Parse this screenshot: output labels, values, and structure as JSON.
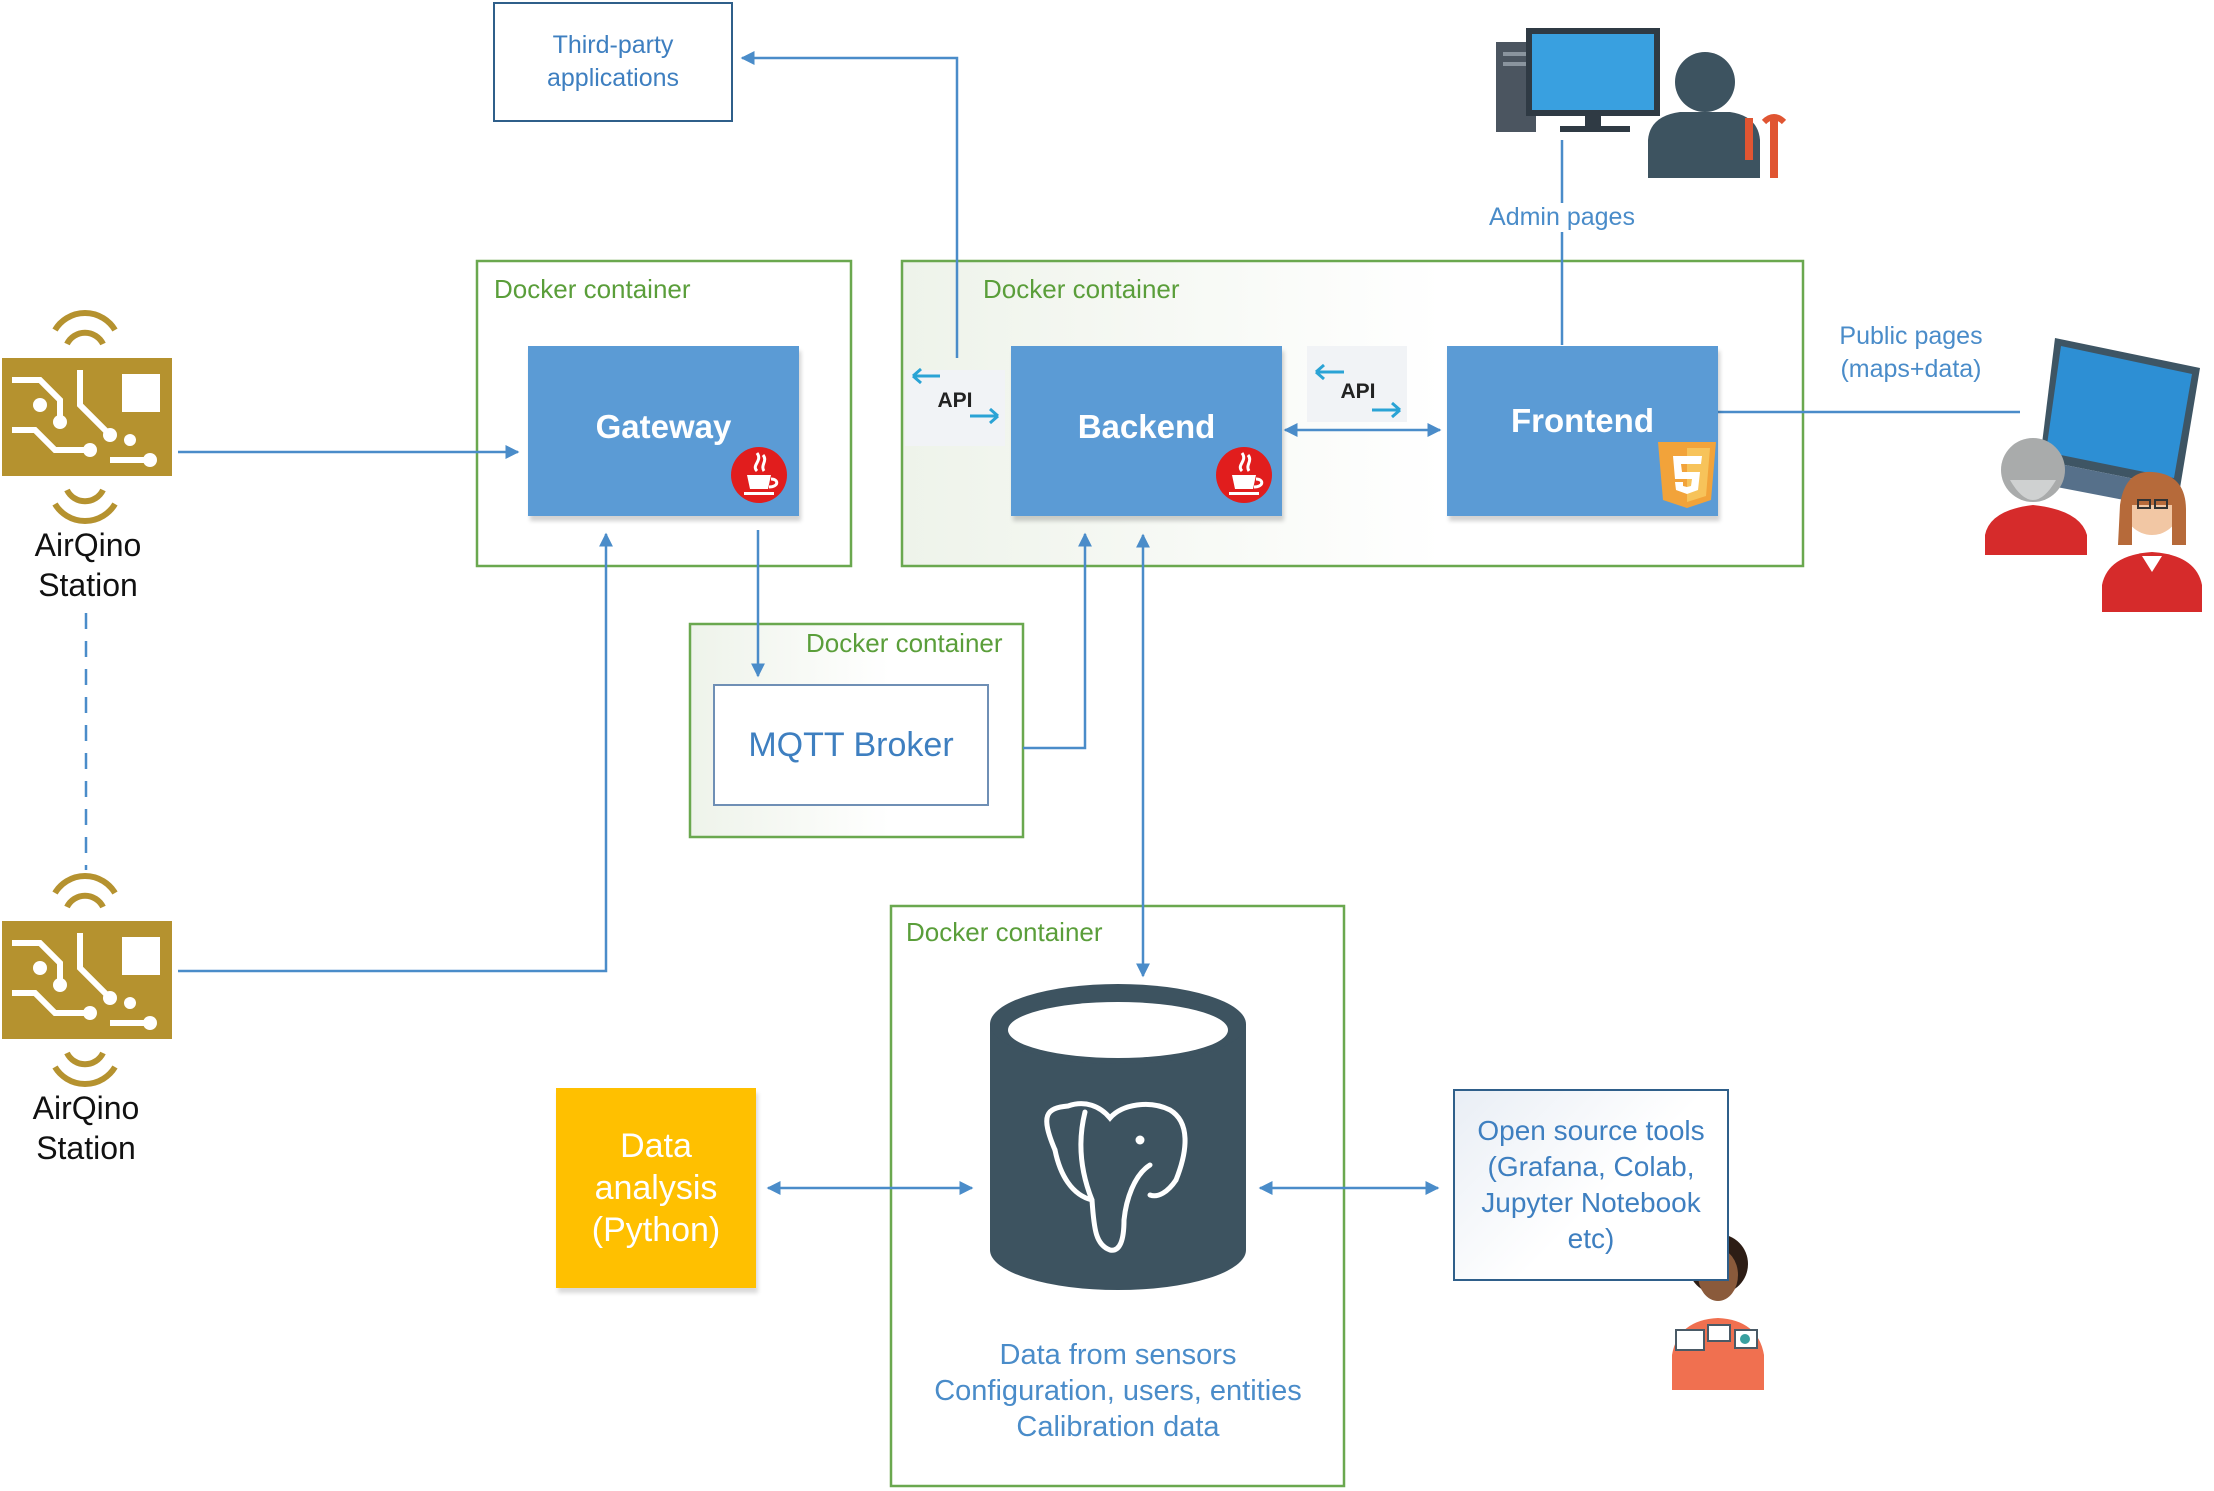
{
  "containers": {
    "label": "Docker container"
  },
  "components": {
    "gateway": "Gateway",
    "backend": "Backend",
    "frontend": "Frontend",
    "mqtt": "MQTT Broker",
    "third_party": [
      "Third-party",
      "applications"
    ],
    "data_analysis": [
      "Data",
      "analysis",
      "(Python)"
    ],
    "open_source": [
      "Open source tools",
      "(Grafana, Colab,",
      "Jupyter Notebook",
      "etc)"
    ]
  },
  "stations": {
    "label_line1": "AirQino",
    "label_line2": "Station"
  },
  "flows": {
    "admin_pages": "Admin pages",
    "public_pages": [
      "Public pages",
      "(maps+data)"
    ],
    "api": "API"
  },
  "database": {
    "contents": [
      "Data from sensors",
      "Configuration, users, entities",
      "Calibration data"
    ]
  },
  "colors": {
    "box_blue": "#5b9bd5",
    "container_green": "#5a9e3a",
    "arrow_blue": "#4a8cc9",
    "db_dark": "#3d5360",
    "analysis_yellow": "#ffc000",
    "pcb_gold": "#b5922f"
  },
  "icons": [
    "java-icon",
    "html5-icon",
    "postgresql-elephant-icon",
    "pcb-sensor-icon",
    "computer-icon",
    "admin-user-icon",
    "laptop-icon",
    "public-users-icon",
    "data-scientist-icon"
  ]
}
